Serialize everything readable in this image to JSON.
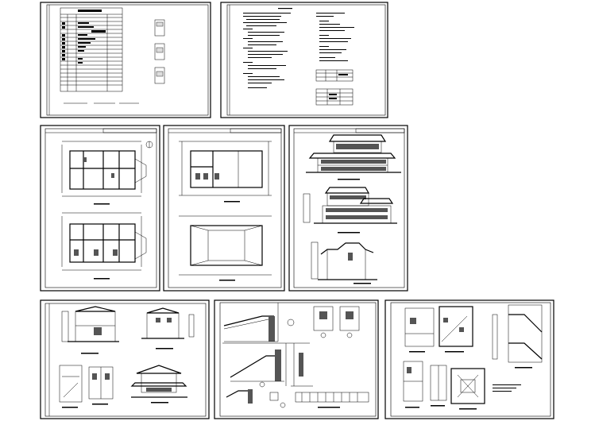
{
  "drawing_set": {
    "sheets": [
      {
        "id": "sheet-drawing-index"
      },
      {
        "id": "sheet-design-notes"
      },
      {
        "id": "sheet-floor-plans"
      },
      {
        "id": "sheet-upper-plan"
      },
      {
        "id": "sheet-elevations"
      },
      {
        "id": "sheet-sections"
      },
      {
        "id": "sheet-details"
      },
      {
        "id": "sheet-stair-details"
      }
    ]
  }
}
